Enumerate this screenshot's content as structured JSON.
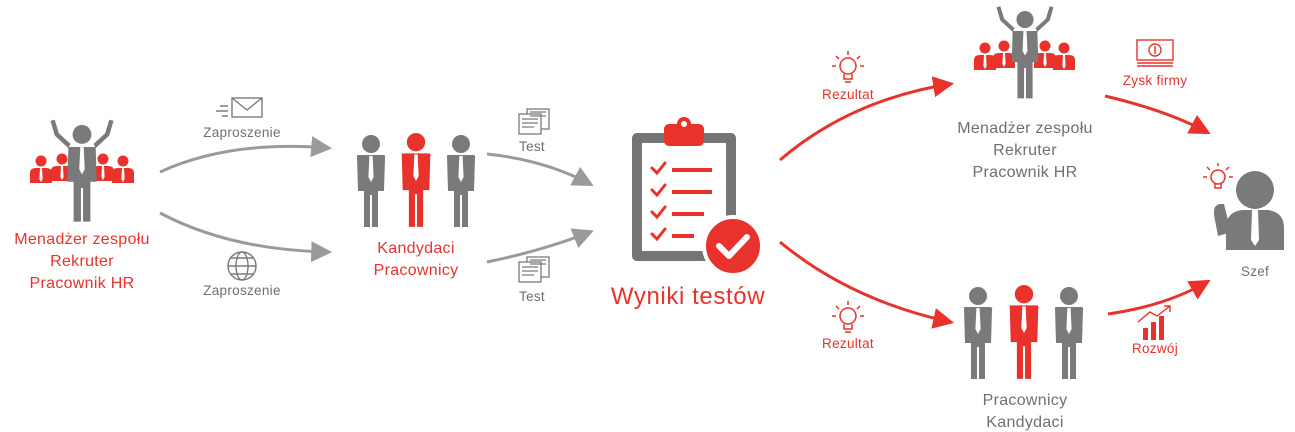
{
  "diagram": {
    "left_group": [
      "Menadżer zespołu",
      "Rekruter",
      "Pracownik HR"
    ],
    "invite_top": "Zaproszenie",
    "invite_bottom": "Zaproszenie",
    "candidates_group": [
      "Kandydaci",
      "Pracownicy"
    ],
    "test_top": "Test",
    "test_bottom": "Test",
    "center_title": "Wyniki testów",
    "result_top": "Rezultat",
    "result_bottom": "Rezultat",
    "right_top_group": [
      "Menadżer zespołu",
      "Rekruter",
      "Pracownik HR"
    ],
    "right_bottom_group": [
      "Pracownicy",
      "Kandydaci"
    ],
    "profit": "Zysk firmy",
    "growth": "Rozwój",
    "boss": "Szef"
  },
  "colors": {
    "accent": "#e8322b",
    "figure": "#7a7a7a",
    "arrow": "#9a9a9a",
    "text": "#6f6f6f"
  },
  "icons": [
    "envelope-icon",
    "globe-icon",
    "document-icon",
    "clipboard-check-icon",
    "lightbulb-icon",
    "money-icon",
    "growth-chart-icon"
  ]
}
